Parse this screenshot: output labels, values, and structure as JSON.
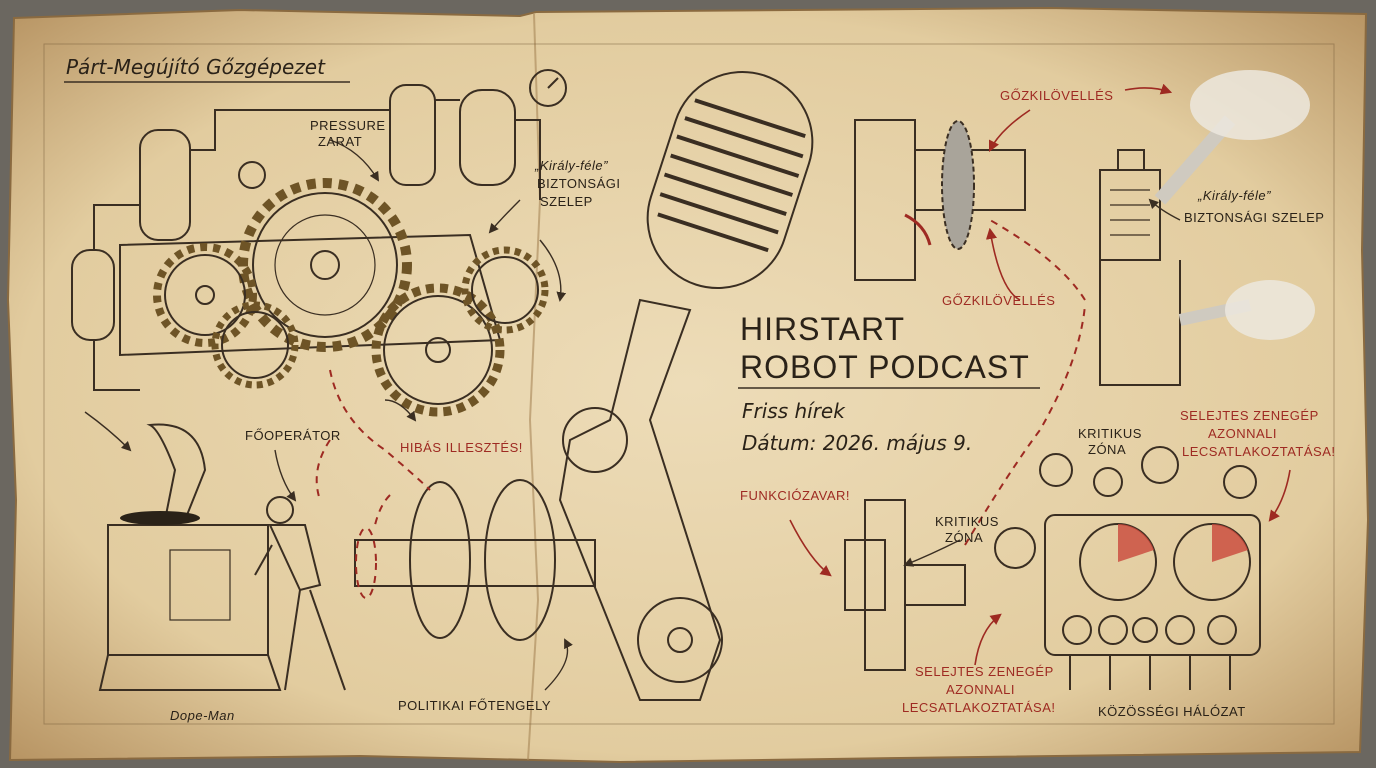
{
  "corner_title": "Párt-Megújító Gőzgépezet",
  "headline": {
    "line1": "HIRSTART",
    "line2": "ROBOT PODCAST",
    "subtitle": "Friss hírek",
    "date": "Dátum: 2026. május 9."
  },
  "labels": {
    "pressure": "PRESSURE",
    "zarat": "ZARAT",
    "kiraly_left_1": "„Király-féle”",
    "kiraly_left_2": "BIZTONSÁGI",
    "kiraly_left_3": "SZELEP",
    "fooperator": "FŐOPERÁTOR",
    "hibas": "HIBÁS ILLESZTÉS!",
    "dope_man": "Dope-Man",
    "foten": "POLITIKAI FŐTENGELY",
    "gozki_top": "GŐZKILÖVELLÉS",
    "gozki_mid": "GŐZKILÖVELLÉS",
    "kiraly_right_1": "„Király-féle”",
    "kiraly_right_2": "BIZTONSÁGI SZELEP",
    "kritikus_top_1": "KRITIKUS",
    "kritikus_top_2": "ZÓNA",
    "kritikus_mid_1": "KRITIKUS",
    "kritikus_mid_2": "ZÓNA",
    "funkcio": "FUNKCIÓZAVAR!",
    "selejtes_top_1": "SELEJTES ZENEGÉP",
    "selejtes_top_2": "AZONNALI",
    "selejtes_top_3": "LECSATLAKOZTATÁSA!",
    "selejtes_bot_1": "SELEJTES ZENEGÉP",
    "selejtes_bot_2": "AZONNALI",
    "selejtes_bot_3": "LECSATLAKOZTATÁSA!",
    "kozossegi": "KÖZÖSSÉGI HÁLÓZAT"
  },
  "colors": {
    "parchment": "#e8d6b0",
    "ink": "#3a2e22",
    "accent_red": "#9e2a22",
    "brass": "#b8924a",
    "steel": "#a9a49a"
  }
}
